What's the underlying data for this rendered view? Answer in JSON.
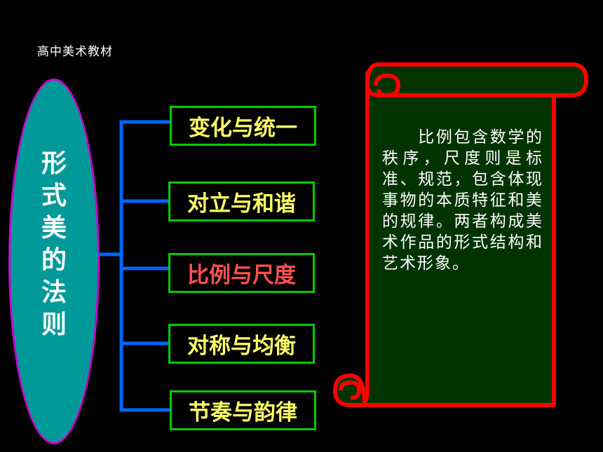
{
  "header": {
    "label": "高中美术教材"
  },
  "main_topic": {
    "chars": [
      "形",
      "式",
      "美",
      "的",
      "法",
      "则"
    ]
  },
  "branches": [
    {
      "label": "变化与统一",
      "active": false
    },
    {
      "label": "对立与和谐",
      "active": false
    },
    {
      "label": "比例与尺度",
      "active": true
    },
    {
      "label": "对称与均衡",
      "active": false
    },
    {
      "label": "节奏与韵律",
      "active": false
    }
  ],
  "scroll": {
    "text": "　　比例包含数学的秩序，尺度则是标准、规范，包含体现事物的本质特征和美的规律。两者构成美术作品的形式结构和艺术形象。"
  },
  "colors": {
    "ellipse_fill": "#00999a",
    "ellipse_border": "#cc00cc",
    "connector": "#0066ff",
    "box_border": "#00cc00",
    "box_text": "#ffff66",
    "box_text_active": "#ff5050",
    "scroll_fill": "#003300",
    "scroll_border": "#ff0000"
  }
}
